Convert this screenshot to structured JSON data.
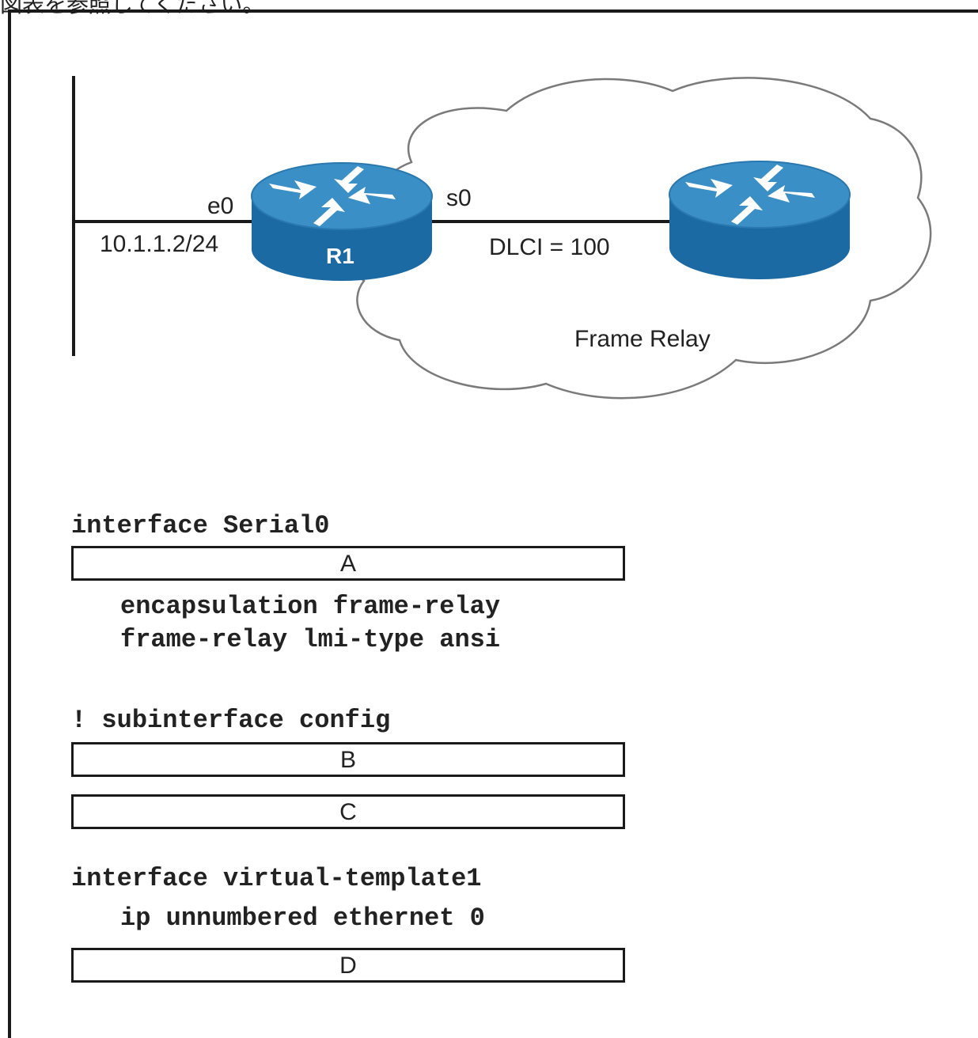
{
  "header_text": "図表を参照してください。",
  "diagram": {
    "e0_label": "e0",
    "ip_label": "10.1.1.2/24",
    "router_label": "R1",
    "s0_label": "s0",
    "dlci_label": "DLCI = 100",
    "cloud_label": "Frame Relay"
  },
  "config": {
    "line1": "interface Serial0",
    "blank_a": "A",
    "line2": "encapsulation frame-relay",
    "line3": "frame-relay lmi-type ansi",
    "line4": "! subinterface config",
    "blank_b": "B",
    "blank_c": "C",
    "line5": "interface virtual-template1",
    "line6": "ip unnumbered ethernet 0",
    "blank_d": "D"
  },
  "colors": {
    "router_top": "#3a8fc6",
    "router_side": "#1c6aa3",
    "line": "#1a1a1a"
  }
}
